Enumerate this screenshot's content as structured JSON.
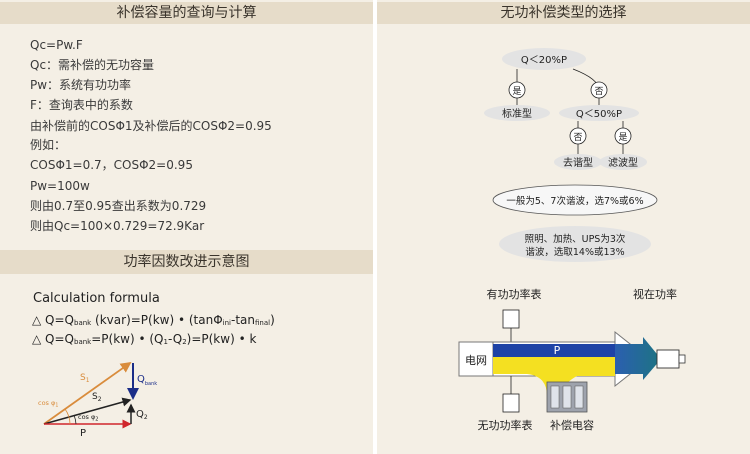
{
  "left": {
    "section1": {
      "title": "补偿容量的查询与计算",
      "lines": [
        "Qc=Pw.F",
        "Qc：需补偿的无功容量",
        "Pw：系统有功功率",
        "F：查询表中的系数",
        "由补偿前的COSΦ1及补偿后的COSΦ2=0.95",
        "例如：",
        "COSΦ1=0.7，COSΦ2=0.95",
        "Pw=100w",
        "则由0.7至0.95查出系数为0.729",
        "则由Qc=100×0.729=72.9Kar"
      ]
    },
    "section2": {
      "title": "功率因数改进示意图",
      "formula_title": "Calculation formula",
      "f1": {
        "a": "△ Q=Q",
        "b": "bank",
        "c": " (kvar)=P(kw) • (tanΦ",
        "d": "ini",
        "e": "-tan",
        "f": "final",
        "g": ")"
      },
      "f2": {
        "a": "△ Q=Q",
        "b": "bank",
        "c": "=P(kw) • (Q",
        "d": "1",
        "e": "-Q",
        "f": "2",
        "g": ")=P(kw) • k"
      },
      "vector": {
        "s1": "S",
        "s1sub": "1",
        "s2": "S",
        "s2sub": "2",
        "qbank": "Q",
        "qbanksub": "bank",
        "q2": "Q",
        "q2sub": "2",
        "p": "P",
        "cos1": "cos φ",
        "cos1sub": "1",
        "cos2": "cos φ",
        "cos2sub": "2"
      }
    }
  },
  "right": {
    "title": "无功补偿类型的选择",
    "tree": {
      "root": "Q＜20%P",
      "yes1": "是",
      "no1": "否",
      "standard": "标准型",
      "mid": "Q＜50%P",
      "no2": "否",
      "yes2": "是",
      "detune": "去谐型",
      "filter": "滤波型"
    },
    "note1": "一般为5、7次谐波，选7%或6%",
    "note2_line1": "照明、加热、UPS为3次",
    "note2_line2": "谐波，选取14%或13%",
    "schematic": {
      "active_meter": "有功功率表",
      "apparent": "视在功率",
      "grid": "电网",
      "p": "P",
      "reactive_meter": "无功功率表",
      "capacitor": "补偿电容"
    }
  },
  "colors": {
    "panel": "#f4efe5",
    "header": "#e6dcc9",
    "blue": "#1e43a6",
    "yellow": "#f4e021",
    "teal": "#1d7482",
    "orange": "#d98c3c",
    "red": "#d0262c",
    "navy": "#1a2d88"
  }
}
